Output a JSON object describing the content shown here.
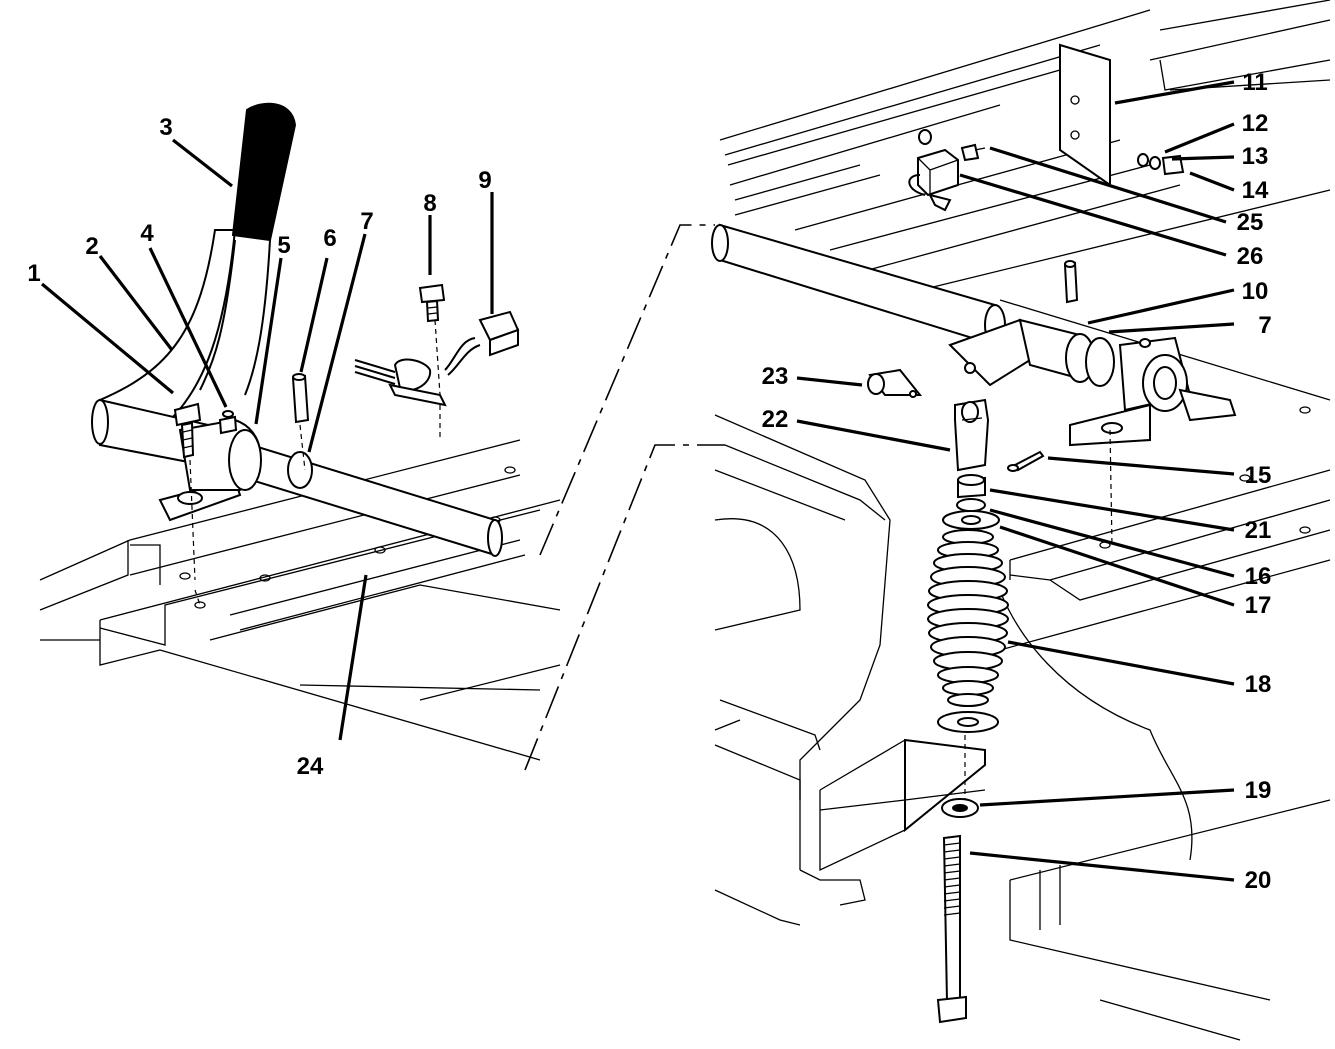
{
  "callouts": [
    {
      "id": "1",
      "text": "1"
    },
    {
      "id": "2",
      "text": "2"
    },
    {
      "id": "3",
      "text": "3"
    },
    {
      "id": "4",
      "text": "4"
    },
    {
      "id": "5",
      "text": "5"
    },
    {
      "id": "6",
      "text": "6"
    },
    {
      "id": "7a",
      "text": "7"
    },
    {
      "id": "8",
      "text": "8"
    },
    {
      "id": "9",
      "text": "9"
    },
    {
      "id": "24",
      "text": "24"
    },
    {
      "id": "11",
      "text": "11"
    },
    {
      "id": "12",
      "text": "12"
    },
    {
      "id": "13",
      "text": "13"
    },
    {
      "id": "14",
      "text": "14"
    },
    {
      "id": "25",
      "text": "25"
    },
    {
      "id": "26",
      "text": "26"
    },
    {
      "id": "10",
      "text": "10"
    },
    {
      "id": "7b",
      "text": "7"
    },
    {
      "id": "23",
      "text": "23"
    },
    {
      "id": "22",
      "text": "22"
    },
    {
      "id": "15",
      "text": "15"
    },
    {
      "id": "21",
      "text": "21"
    },
    {
      "id": "16",
      "text": "16"
    },
    {
      "id": "17",
      "text": "17"
    },
    {
      "id": "18",
      "text": "18"
    },
    {
      "id": "19",
      "text": "19"
    },
    {
      "id": "20",
      "text": "20"
    }
  ]
}
